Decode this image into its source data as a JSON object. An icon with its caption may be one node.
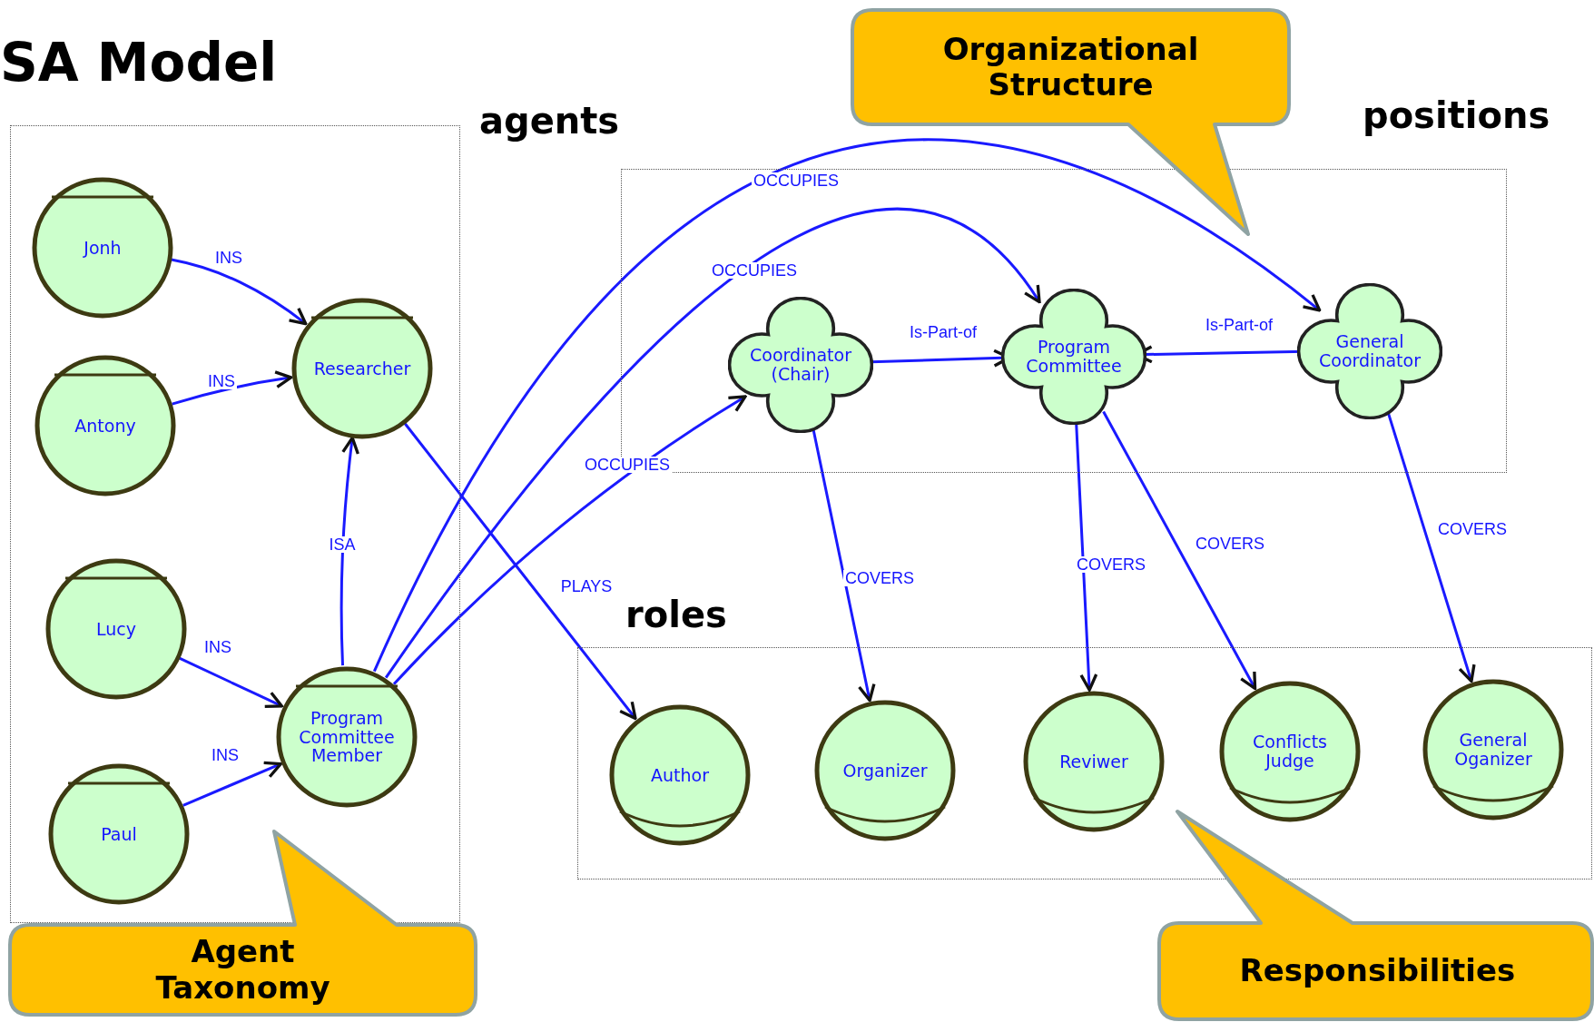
{
  "diagram": {
    "title": "SA Model",
    "nodes": [
      {
        "text": [
          "agents"
        ]
      },
      {
        "text": [
          "Jonh"
        ],
        "in": 0
      },
      {
        "text": [
          "Antony"
        ],
        "in": 0
      },
      {
        "text": [
          "Researcher"
        ],
        "in": 0
      },
      {
        "text": [
          "Lucy"
        ],
        "in": 0
      },
      {
        "text": [
          "Paul"
        ],
        "in": 0
      },
      {
        "text": [
          "Program Committee Member"
        ],
        "in": 0
      },
      {
        "text": [
          "positions"
        ]
      },
      {
        "text": [
          "Coordinator (Chair)"
        ],
        "in": 7
      },
      {
        "text": [
          "Program Committee"
        ],
        "in": 7
      },
      {
        "text": [
          "General Coordinator"
        ],
        "in": 7
      },
      {
        "text": [
          "roles"
        ]
      },
      {
        "text": [
          "Author"
        ],
        "in": 11
      },
      {
        "text": [
          "Organizer"
        ],
        "in": 11
      },
      {
        "text": [
          "Reviwer"
        ],
        "in": 11
      },
      {
        "text": [
          "Conflicts Judge"
        ],
        "in": 11
      },
      {
        "text": [
          "General Oganizer"
        ],
        "in": 11
      },
      {
        "text": [
          "Organizational Structure"
        ]
      },
      {
        "text": [
          "Agent Taxonomy"
        ]
      },
      {
        "text": [
          "Responsibilities"
        ]
      }
    ],
    "edges": [
      {
        "from": 1,
        "to": 3,
        "arrow": "to",
        "label": "INS"
      },
      {
        "from": 2,
        "to": 3,
        "arrow": "to",
        "label": "INS"
      },
      {
        "from": 4,
        "to": 6,
        "arrow": "to",
        "label": "INS"
      },
      {
        "from": 5,
        "to": 6,
        "arrow": "to",
        "label": "INS"
      },
      {
        "from": 6,
        "to": 3,
        "arrow": "to",
        "label": "ISA"
      },
      {
        "from": 3,
        "to": 12,
        "arrow": "to",
        "label": "PLAYS"
      },
      {
        "from": 6,
        "to": 10,
        "arrow": "to",
        "label": "OCCUPIES"
      },
      {
        "from": 6,
        "to": 9,
        "arrow": "to",
        "label": "OCCUPIES"
      },
      {
        "from": 6,
        "to": 8,
        "arrow": "to",
        "label": "OCCUPIES"
      },
      {
        "from": 8,
        "to": 9,
        "arrow": "to",
        "label": "Is-Part-of"
      },
      {
        "from": 10,
        "to": 9,
        "arrow": "to",
        "label": "Is-Part-of"
      },
      {
        "from": 8,
        "to": 13,
        "arrow": "to",
        "label": "COVERS"
      },
      {
        "from": 9,
        "to": 14,
        "arrow": "to",
        "label": "COVERS"
      },
      {
        "from": 9,
        "to": 15,
        "arrow": "to",
        "label": "COVERS"
      },
      {
        "from": 10,
        "to": 16,
        "arrow": "to",
        "label": "COVERS"
      }
    ]
  }
}
